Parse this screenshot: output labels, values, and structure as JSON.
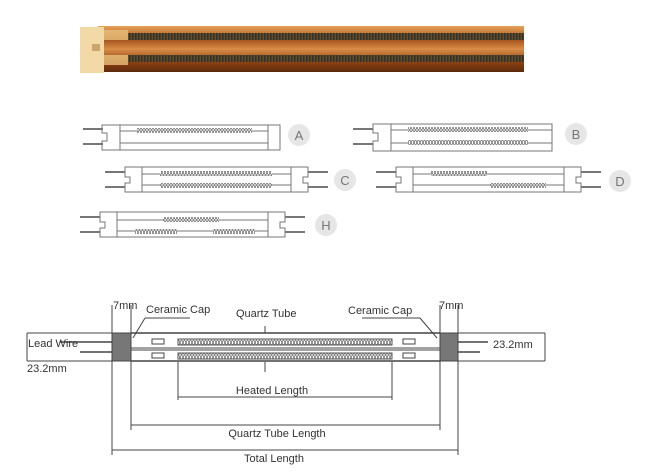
{
  "photo": {
    "colors": {
      "glass": "#b8662a",
      "cap": "#f3dba8",
      "coil": "#3a3f3a"
    }
  },
  "variants": [
    {
      "label": "A"
    },
    {
      "label": "B"
    },
    {
      "label": "C"
    },
    {
      "label": "D"
    },
    {
      "label": "H"
    }
  ],
  "dimension_diagram": {
    "cap_width_left": "7mm",
    "cap_width_right": "7mm",
    "ceramic_cap_left": "Ceramic Cap",
    "ceramic_cap_right": "Ceramic Cap",
    "quartz_tube": "Quartz Tube",
    "lead_wire": "Lead Wire",
    "height_left": "23.2mm",
    "height_right": "23.2mm",
    "heated_length": "Heated Length",
    "quartz_tube_length": "Quartz Tube Length",
    "total_length": "Total Length"
  }
}
